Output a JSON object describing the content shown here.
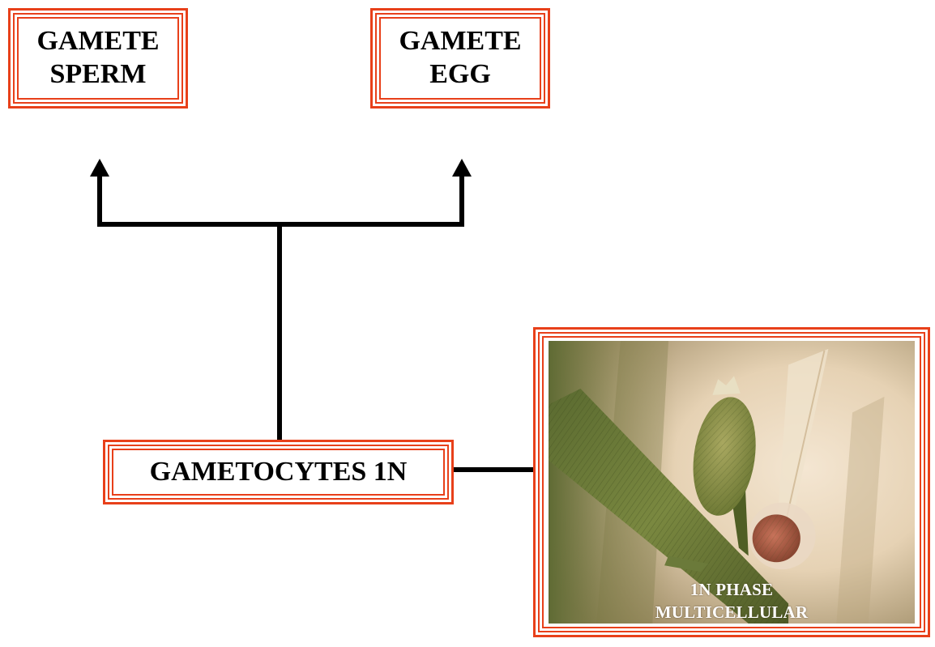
{
  "boxes": {
    "sperm": {
      "line1": "GAMETE",
      "line2": "SPERM"
    },
    "egg": {
      "line1": "GAMETE",
      "line2": "EGG"
    },
    "gametocytes": {
      "label": "GAMETOCYTES 1N"
    },
    "photo": {
      "caption_line1": "1N PHASE",
      "caption_line2": "MULTICELLULAR"
    }
  },
  "colors": {
    "frame": "#e8401a",
    "connector": "#000000",
    "text": "#000000"
  }
}
